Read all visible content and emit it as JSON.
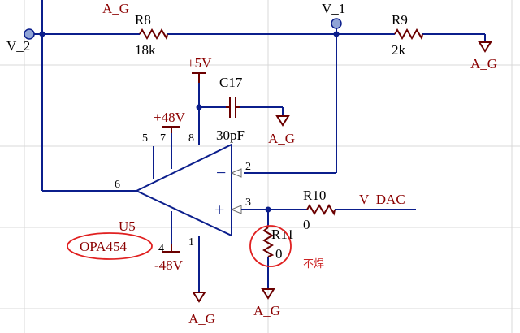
{
  "nets": {
    "v2": "V_2",
    "v1": "V_1",
    "ag_top": "A_G",
    "ag_r9": "A_G",
    "ag_c17": "A_G",
    "ag_pin1": "A_G",
    "ag_r11": "A_G",
    "v_dac": "V_DAC",
    "plus5v": "+5V",
    "plus48v": "+48V",
    "minus48v": "-48V"
  },
  "components": {
    "r8": {
      "ref": "R8",
      "value": "18k"
    },
    "r9": {
      "ref": "R9",
      "value": "2k"
    },
    "r10": {
      "ref": "R10",
      "value": "0"
    },
    "r11": {
      "ref": "R11",
      "value": "0",
      "note": "不焊"
    },
    "c17": {
      "ref": "C17",
      "value": "30pF"
    },
    "u5": {
      "ref": "U5",
      "part": "OPA454"
    }
  },
  "opamp_pins": {
    "p1": "1",
    "p2": "2",
    "p3": "3",
    "p4": "4",
    "p5": "5",
    "p6": "6",
    "p7": "7",
    "p8": "8",
    "minus_sign": "−",
    "plus_sign": "+"
  },
  "colors": {
    "wire": "#0b1e8c",
    "component": "#6b0000",
    "label": "#8b0000",
    "highlight_circle": "#e02020",
    "port_fill": "#8fa3d6",
    "grid": "#d8d8d8"
  }
}
